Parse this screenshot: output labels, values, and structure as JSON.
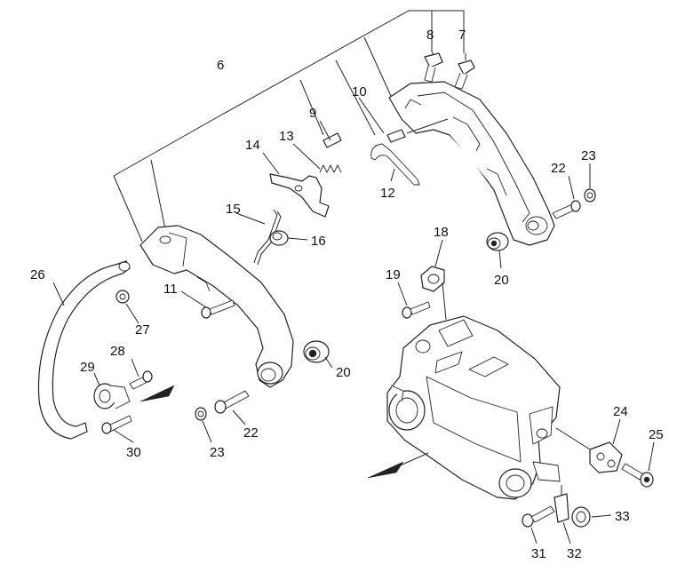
{
  "diagram": {
    "part_labels": {
      "p6": "6",
      "p7": "7",
      "p8": "8",
      "p9": "9",
      "p10": "10",
      "p11": "11",
      "p12": "12",
      "p13": "13",
      "p14": "14",
      "p15": "15",
      "p16": "16",
      "p18": "18",
      "p19": "19",
      "p20a": "20",
      "p20b": "20",
      "p22a": "22",
      "p22b": "22",
      "p23a": "23",
      "p23b": "23",
      "p24": "24",
      "p25": "25",
      "p26": "26",
      "p27": "27",
      "p28": "28",
      "p29": "29",
      "p30": "30",
      "p31": "31",
      "p32": "32",
      "p33": "33"
    }
  }
}
